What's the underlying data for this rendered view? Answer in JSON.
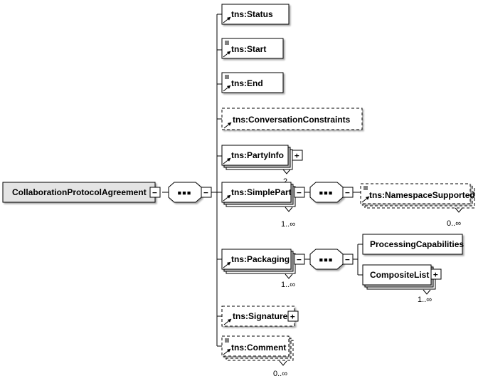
{
  "diagram": {
    "root": {
      "label": "CollaborationProtocolAgreement"
    },
    "root_sequence": {
      "symbol": "▪▪▪"
    },
    "children": [
      {
        "id": "status",
        "label": "tns:Status",
        "optional": false,
        "expandable": false,
        "annotated": false
      },
      {
        "id": "start",
        "label": "tns:Start",
        "optional": false,
        "expandable": false,
        "annotated": true
      },
      {
        "id": "end",
        "label": "tns:End",
        "optional": false,
        "expandable": false,
        "annotated": true
      },
      {
        "id": "conversation",
        "label": "tns:ConversationConstraints",
        "optional": true,
        "expandable": false,
        "annotated": false
      },
      {
        "id": "partyinfo",
        "label": "tns:PartyInfo",
        "optional": false,
        "expandable": true,
        "annotated": false,
        "cardinality": "2"
      },
      {
        "id": "simplepart",
        "label": "tns:SimplePart",
        "optional": false,
        "expandable": false,
        "expanded": true,
        "annotated": false,
        "cardinality": "1..∞"
      },
      {
        "id": "packaging",
        "label": "tns:Packaging",
        "optional": false,
        "expandable": false,
        "expanded": true,
        "annotated": false,
        "cardinality": "1..∞"
      },
      {
        "id": "signature",
        "label": "tns:Signature",
        "optional": true,
        "expandable": true,
        "annotated": false
      },
      {
        "id": "comment",
        "label": "tns:Comment",
        "optional": true,
        "expandable": false,
        "annotated": true,
        "cardinality": "0..∞"
      }
    ],
    "simplepart_children": [
      {
        "id": "nsupported",
        "label": "tns:NamespaceSupported",
        "optional": true,
        "annotated": true,
        "cardinality": "0..∞"
      }
    ],
    "packaging_children": [
      {
        "id": "processing",
        "label": "ProcessingCapabilities",
        "optional": false,
        "expandable": false
      },
      {
        "id": "composite",
        "label": "CompositeList",
        "optional": false,
        "expandable": true,
        "cardinality": "1..∞"
      }
    ],
    "sequence_symbol": "▪▪▪",
    "expand_symbol": "+",
    "collapse_symbol": "−",
    "colors": {
      "root_fill": "#e4e4e4",
      "box_fill": "#ffffff",
      "stroke": "#000000"
    }
  }
}
